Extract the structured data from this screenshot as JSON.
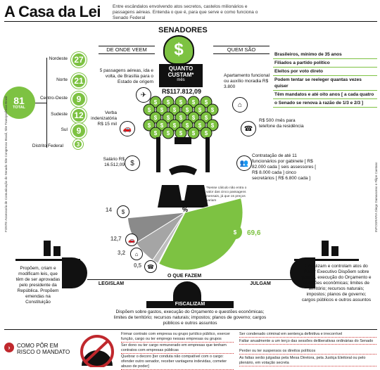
{
  "header": {
    "title": "A Casa da Lei",
    "subtitle": "Entre escândalos envolvendo atos secretos, castelos milionários e passagens aéreas. Entenda o que é, para que serve e como funciona o Senado Federal"
  },
  "section_title": "SENADORES",
  "banner_left": "DE ONDE VEEM",
  "banner_right": "QUEM SÃO",
  "regions": [
    {
      "name": "Nordeste",
      "count": "27"
    },
    {
      "name": "Norte",
      "count": "21"
    },
    {
      "name": "Centro-Oeste",
      "count": "9"
    },
    {
      "name": "Sudeste",
      "count": "12"
    },
    {
      "name": "Sul",
      "count": "9"
    },
    {
      "name": "Distrito Federal",
      "count": "3"
    }
  ],
  "total": {
    "number": "81",
    "label": "TOTAL"
  },
  "cost_box": {
    "line1": "QUANTO",
    "line2": "CUSTAM*",
    "sub": "mês",
    "value": "R$117.812,09"
  },
  "costs": {
    "flights": "5 passagens aéreas, ida e volta, de Brasília para o Estado de origem",
    "housing": "Apartamento funcional ou auxílio moradia R$ 3.800",
    "allowance": "Verba indenizatória R$ 15 mil",
    "phone": "R$ 500 /mês para telefone da residência",
    "salary": "Salário R$ 16.512,09",
    "staff": "Contratação de até 11 funcionários por gabinete [ R$ 82.000 cada ] seis assessores [ R$ 8.000 cada ] cinco secretários [ R$ 6.800 cada ]",
    "footnote": "*Nesse cálculo não entra o valor das cinco passagens mensais, já que os preços variam"
  },
  "who": [
    "Brasileiros, mínimo de 35 anos",
    "Filiados a partido político",
    "Eleitos por voto direto",
    "Podem tentar se reeleger quantas vezes quiser",
    "Têm mandatos e até oito anos [ a cada quatro",
    "o Senado se renova à razão de 1/3 e 2/3 ]"
  ],
  "pie": {
    "percent_label": "%",
    "values": [
      {
        "label": "14",
        "value": 14
      },
      {
        "label": "12,7",
        "value": 12.7
      },
      {
        "label": "3,2",
        "value": 3.2
      },
      {
        "label": "0,5",
        "value": 0.5
      },
      {
        "label": "69,6",
        "value": 69.6
      }
    ]
  },
  "side_credit_left": "FONTE Assessoria de Comunicação do Senado Site Congresso Brasil, Site Transparência Brasil",
  "side_credit_right": "INFOGRAFIA Diego Damasceno e Filipe Caetano",
  "functions": {
    "center": "O QUE FAZEM",
    "legislate": "LEGISLAM",
    "judge": "JULGAM",
    "oversee": "FISCALIZAM",
    "left_box": "Propõem, criam e modificam leis, que têm de ser aprovadas pelo presidente da República. Propõem emendas na Constituição",
    "right_box": "Fiscalizam e controlam atos do Poder Executivo Dispõem sobre gastos, execução do Orçamento e questões econômicas; limites de território; recursos naturais; impostos; planos de governo; cargos públicos e outros assuntos",
    "bottom_box": "Dispõem sobre gastos, execução do Orçamento e questões econômicas; limites de território; recursos naturais; impostos; planos de governo; cargos públicos e outros assuntos"
  },
  "risk": {
    "title": "COMO PÔR EM RISCO O MANDATO",
    "left_items": [
      "Firmar contrato com empresa ou grupo jurídico público, exercer função, cargo ou ter emprego nessas empresas ou grupos",
      "Ser dono ou ter cargo remunerado em empresas que tenham contratos com empresas públicas",
      "Quebrar o decoro [ter conduta não compatível com o cargo: ofender outro senador, receber vantagens indevidas, cometer abuso de poder]"
    ],
    "right_items": [
      "Ser condenado criminal em sentença definitiva e irrecorrível",
      "Faltar anualmente a um terço das sessões deliberativas ordinárias do Senado",
      "Perder ou ter suspensos os direitos políticos",
      "As faltas serão julgadas pela Mesa Diretora, pela Justiça Eleitoral ou pelo plenário, em votação secreta"
    ]
  },
  "colors": {
    "green": "#7dc242",
    "dark": "#111111",
    "gray": "#8a8a8a",
    "red": "#c0282d"
  }
}
